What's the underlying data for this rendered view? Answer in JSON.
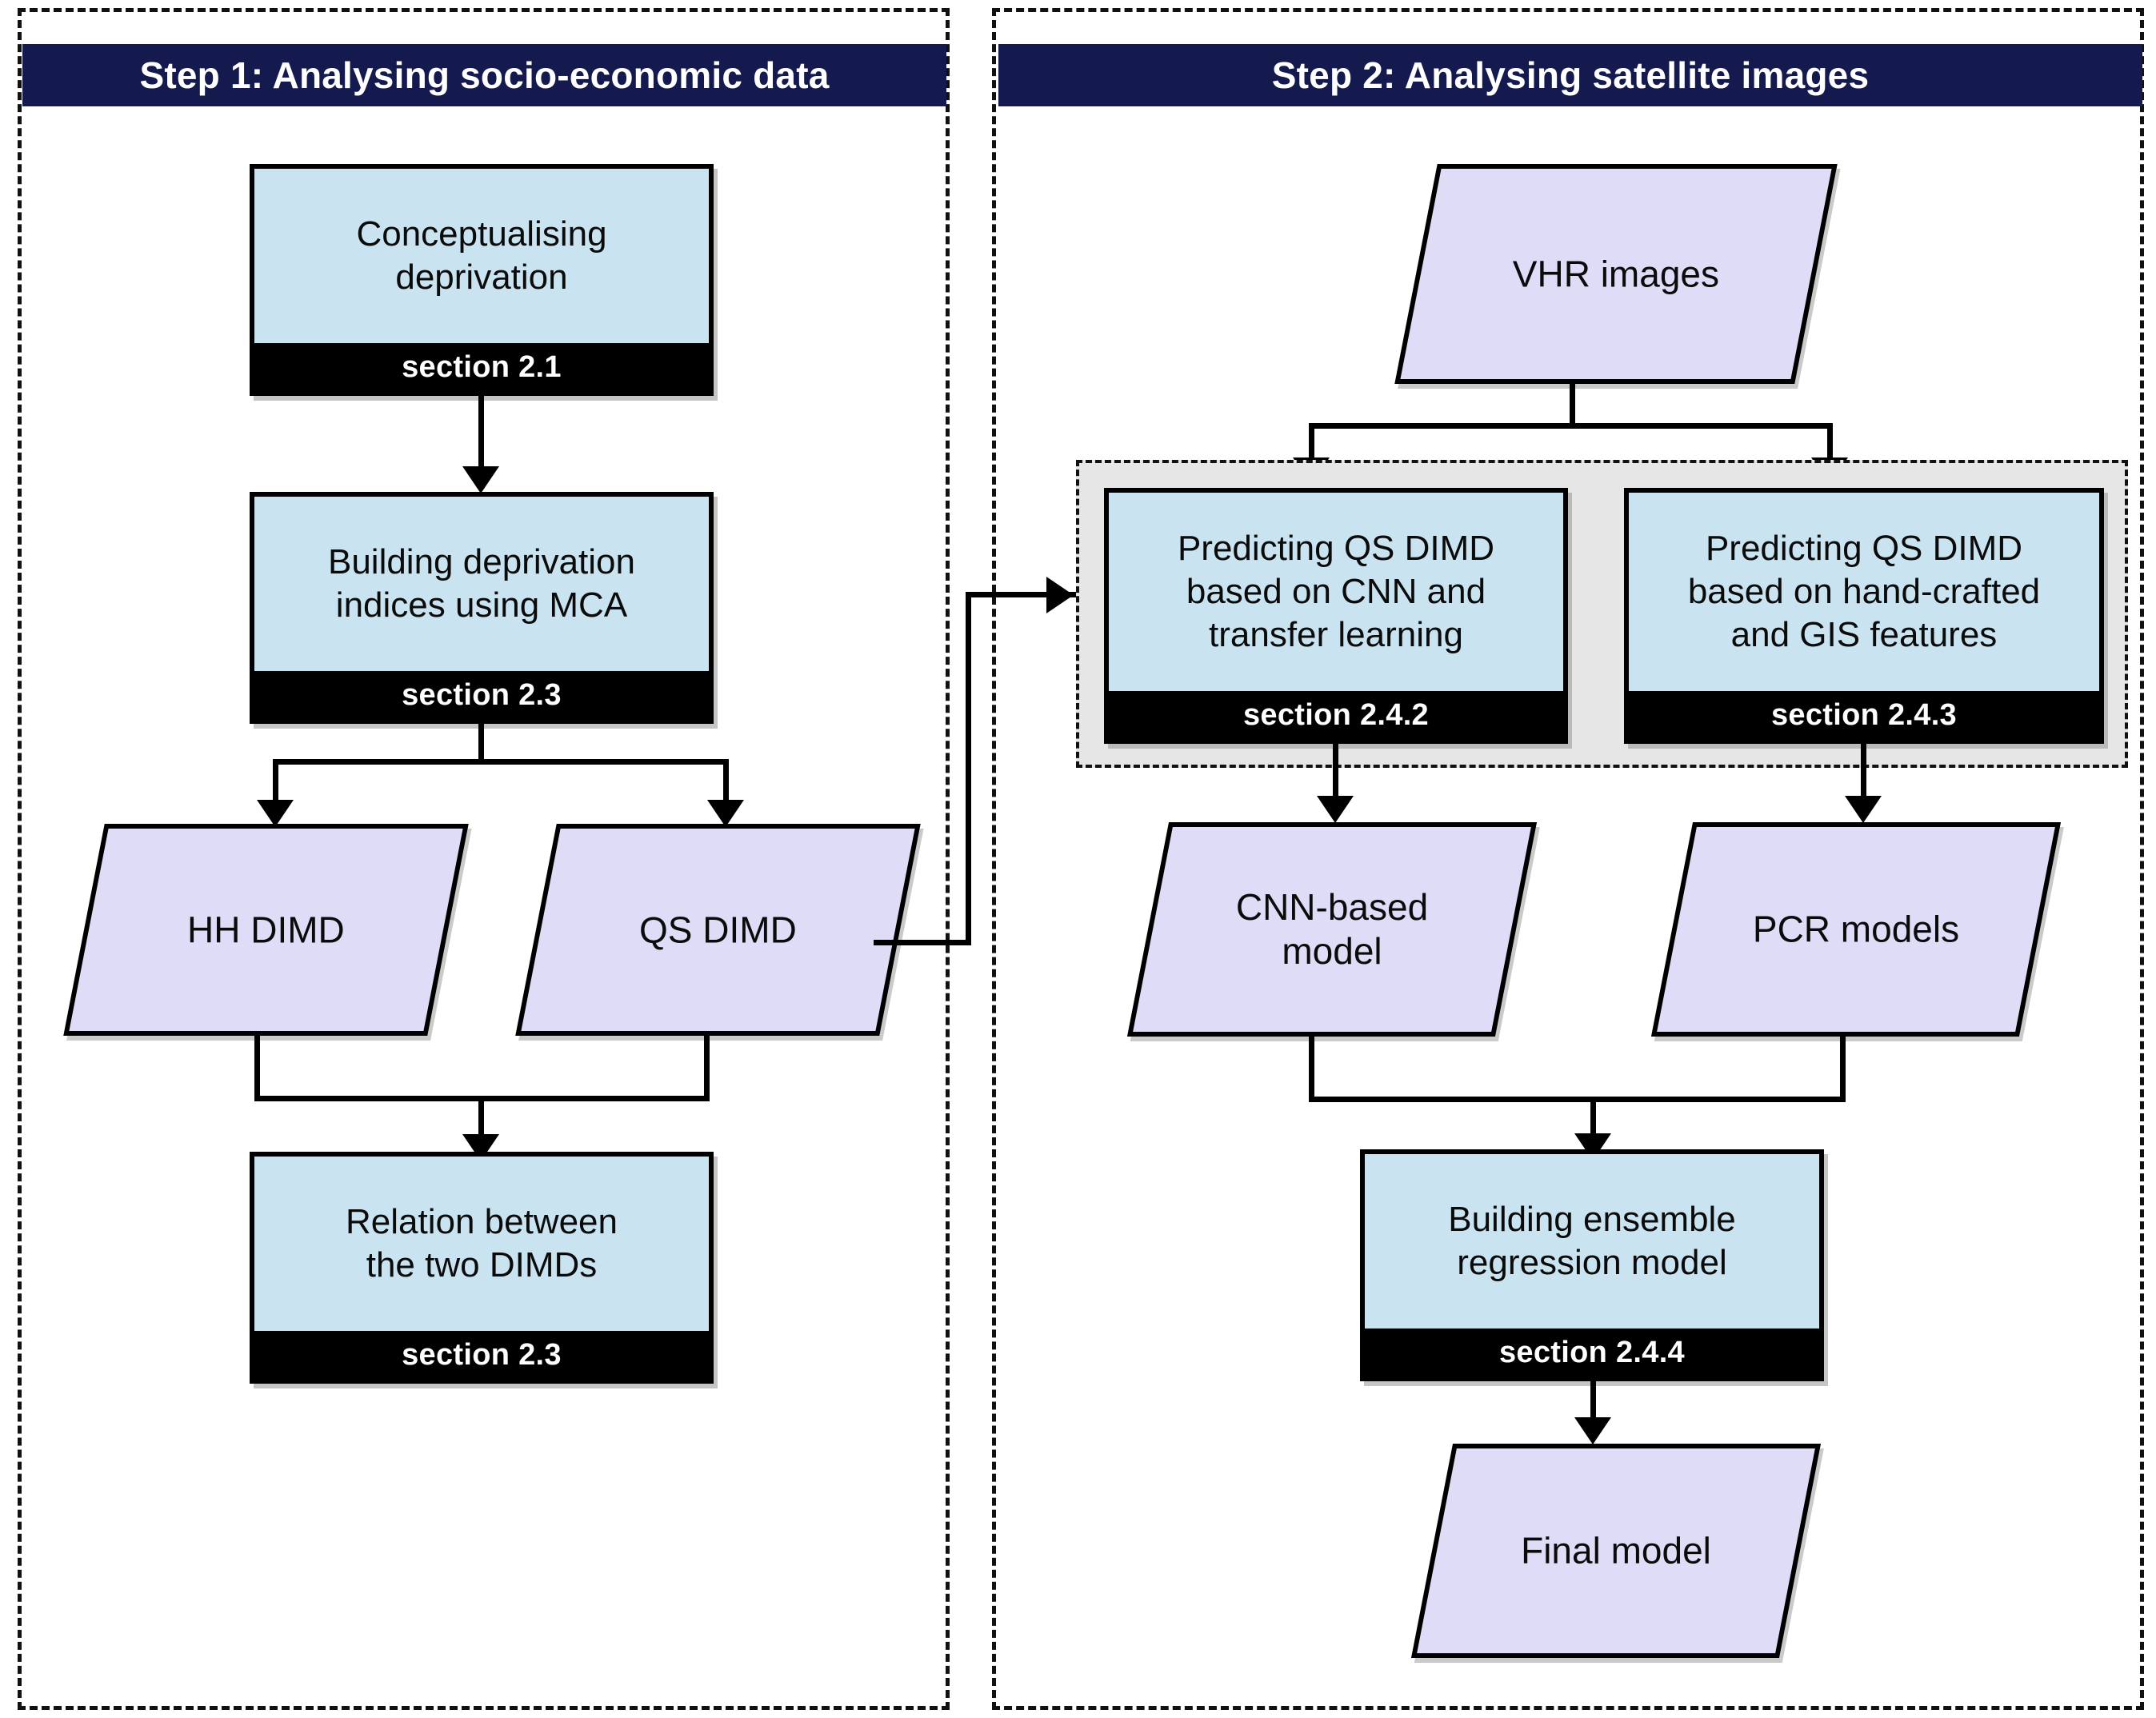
{
  "panels": [
    {
      "id": "step1",
      "title": "Step 1: Analysing socio-economic data"
    },
    {
      "id": "step2",
      "title": "Step 2: Analysing satellite images"
    }
  ],
  "nodes": {
    "conceptualising": {
      "label": "Conceptualising\ndeprivation",
      "section": "section 2.1",
      "type": "process"
    },
    "building_indices": {
      "label": "Building deprivation\nindices using MCA",
      "section": "section 2.3",
      "type": "process"
    },
    "hh_dimd": {
      "label": "HH DIMD",
      "type": "data"
    },
    "qs_dimd": {
      "label": "QS DIMD",
      "type": "data"
    },
    "relation": {
      "label": "Relation between\nthe two DIMDs",
      "section": "section 2.3",
      "type": "process"
    },
    "vhr_images": {
      "label": "VHR images",
      "type": "data"
    },
    "predict_cnn": {
      "label": "Predicting QS DIMD\nbased on CNN and\ntransfer learning",
      "section": "section 2.4.2",
      "type": "process"
    },
    "predict_handcrafted": {
      "label": "Predicting QS DIMD\nbased on hand-crafted\nand GIS features",
      "section": "section 2.4.3",
      "type": "process"
    },
    "cnn_model": {
      "label": "CNN-based\nmodel",
      "type": "data"
    },
    "pcr_models": {
      "label": "PCR models",
      "type": "data"
    },
    "ensemble": {
      "label": "Building ensemble\nregression model",
      "section": "section 2.4.4",
      "type": "process"
    },
    "final_model": {
      "label": "Final model",
      "type": "data"
    }
  },
  "colors": {
    "header_background": "#141a4e",
    "header_text": "#ffffff",
    "process_fill": "#c9e4f0",
    "data_fill": "#dedcf7",
    "section_strip": "#000000",
    "section_text": "#ffffff",
    "group_fill": "#e6e6e6",
    "outline": "#000000",
    "page_background": "#ffffff"
  }
}
